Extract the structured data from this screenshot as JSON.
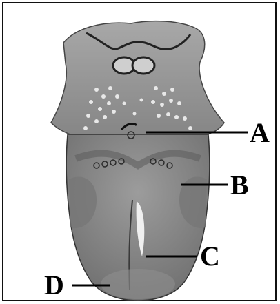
{
  "diagram": {
    "labels": {
      "a": "A",
      "b": "B",
      "c": "C",
      "d": "D"
    },
    "colors": {
      "tongue": "#8a8a8a",
      "tongue_dark": "#6d6d6d",
      "tongue_light": "#b5b5b5",
      "papillae": "#e8e8e8",
      "outline": "#111111"
    }
  }
}
